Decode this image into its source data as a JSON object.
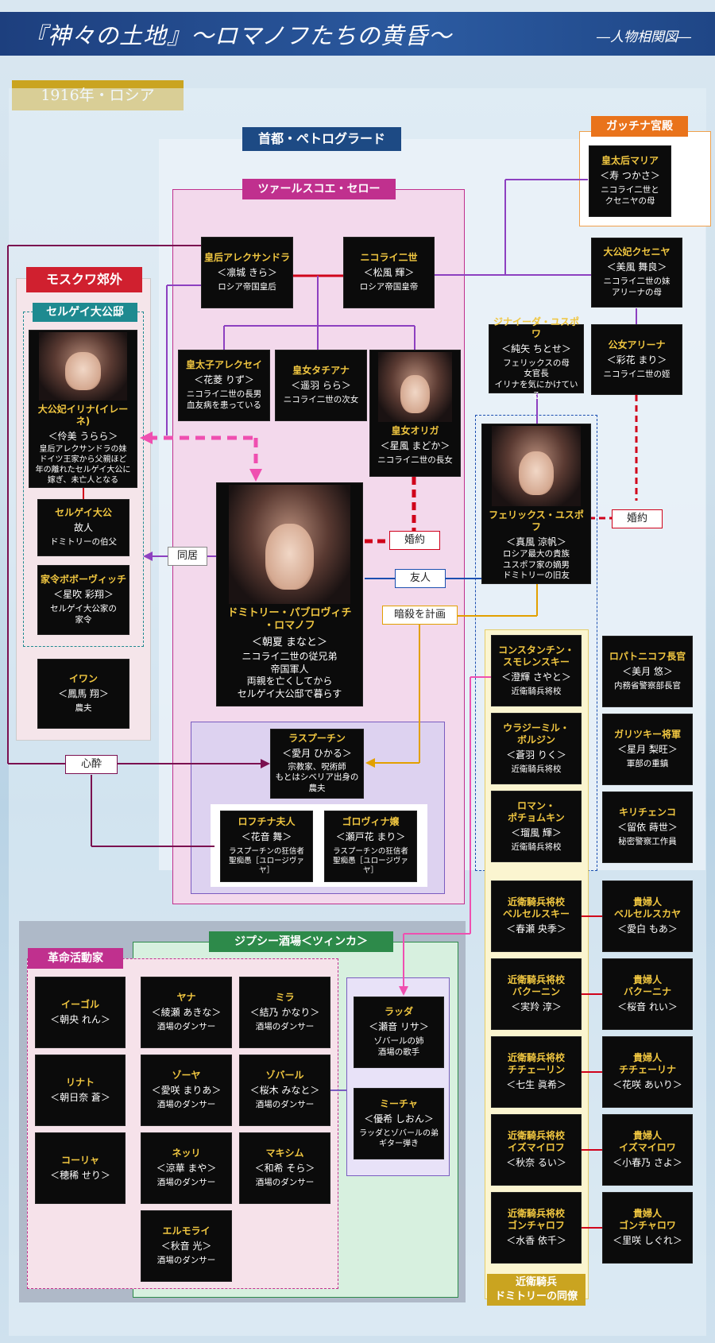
{
  "header": {
    "title": "『神々の土地』〜ロマノフたちの黄昏〜",
    "subtitle": "―人物相関図―"
  },
  "era": "1916年・ロシア",
  "regions": {
    "petrograd": "首都・ペトログラード",
    "tsarskoye": "ツァールスコエ・セロー",
    "gatchina": "ガッチナ宮殿",
    "moscow": "モスクワ郊外",
    "sergei_house": "セルゲイ大公邸",
    "gypsy_bar": "ジプシー酒場＜ツィンカ＞",
    "revolutionaries": "革命活動家",
    "guards": "近衛騎兵\nドミトリーの同僚"
  },
  "relations": {
    "engaged1": "婚約",
    "engaged2": "婚約",
    "living": "同居",
    "friend": "友人",
    "plot": "暗殺を計画",
    "devotion": "心酔"
  },
  "characters": {
    "maria": {
      "name": "皇太后マリア",
      "actor": "＜寿 つかさ＞",
      "desc": "ニコライ二世と\nクセニヤの母"
    },
    "alexandra": {
      "name": "皇后アレクサンドラ",
      "actor": "＜凛城 きら＞",
      "desc": "ロシア帝国皇后"
    },
    "nicholas": {
      "name": "ニコライ二世",
      "actor": "＜松風 輝＞",
      "desc": "ロシア帝国皇帝"
    },
    "xenia": {
      "name": "大公妃クセニヤ",
      "actor": "＜美風 舞良＞",
      "desc": "ニコライ二世の妹\nアリーナの母"
    },
    "alexei": {
      "name": "皇太子アレクセイ",
      "actor": "＜花菱 りず＞",
      "desc": "ニコライ二世の長男\n血友病を患っている"
    },
    "tatiana": {
      "name": "皇女タチアナ",
      "actor": "＜遥羽 らら＞",
      "desc": "ニコライ二世の次女"
    },
    "olga": {
      "name": "皇女オリガ",
      "actor": "＜星風 まどか＞",
      "desc": "ニコライ二世の長女"
    },
    "zinaida": {
      "name": "ジナイーダ・ユスポワ",
      "actor": "＜純矢 ちとせ＞",
      "desc": "フェリックスの母\n女官長\nイリナを気にかけている"
    },
    "alina": {
      "name": "公女アリーナ",
      "actor": "＜彩花 まり＞",
      "desc": "ニコライ二世の姪"
    },
    "irina": {
      "name": "大公妃イリナ(イレーネ)",
      "actor": "＜伶美 うらら＞",
      "desc": "皇后アレクサンドラの妹\nドイツ王家から父親ほど\n年の離れたセルゲイ大公に\n嫁ぎ、未亡人となる"
    },
    "sergei": {
      "name": "セルゲイ大公",
      "actor": "故人",
      "desc": "ドミトリーの伯父"
    },
    "butler": {
      "name": "家令ボボーヴィッチ",
      "actor": "＜星吹 彩翔＞",
      "desc": "セルゲイ大公家の\n家令"
    },
    "ivan": {
      "name": "イワン",
      "actor": "＜鳳馬 翔＞",
      "desc": "農夫"
    },
    "dmitri": {
      "name": "ドミトリー・パブロヴィチ\n・ロマノフ",
      "actor": "＜朝夏 まなと＞",
      "desc": "ニコライ二世の従兄弟\n帝国軍人\n両親を亡くしてから\nセルゲイ大公邸で暮らす"
    },
    "felix": {
      "name": "フェリックス・ユスポフ",
      "actor": "＜真風 涼帆＞",
      "desc": "ロシア最大の貴族\nユスポフ家の嫡男\nドミトリーの旧友"
    },
    "rasputin": {
      "name": "ラスプーチン",
      "actor": "＜愛月 ひかる＞",
      "desc": "宗教家、呪術師\nもとはシベリア出身の\n農夫"
    },
    "lofchina": {
      "name": "ロフチナ夫人",
      "actor": "＜花音 舞＞",
      "desc": "ラスプーチンの狂信者\n聖痴愚［ユロージヴァヤ］"
    },
    "golovina": {
      "name": "ゴロヴィナ嬢",
      "actor": "＜瀬戸花 まり＞",
      "desc": "ラスプーチンの狂信者\n聖痴愚［ユロージヴァヤ］"
    },
    "konstantin": {
      "name": "コンスタンチン・\nスモレンスキー",
      "actor": "＜澄輝 さやと＞",
      "desc": "近衛騎兵将校"
    },
    "vladimir": {
      "name": "ウラジーミル・\nボルジン",
      "actor": "＜蒼羽 りく＞",
      "desc": "近衛騎兵将校"
    },
    "roman": {
      "name": "ロマン・\nポチョムキン",
      "actor": "＜瑠風 輝＞",
      "desc": "近衛騎兵将校"
    },
    "lopatinov": {
      "name": "ロパトニコフ長官",
      "actor": "＜美月 悠＞",
      "desc": "内務省警察部長官"
    },
    "garitsky": {
      "name": "ガリツキー将軍",
      "actor": "＜星月 梨旺＞",
      "desc": "軍部の重鎮"
    },
    "kirichenko": {
      "name": "キリチェンコ",
      "actor": "＜留依 蒔世＞",
      "desc": "秘密警察工作員"
    },
    "bercelsky": {
      "name": "近衛騎兵将校\nベルセルスキー",
      "actor": "＜春瀬 央季＞",
      "desc": ""
    },
    "bakunin": {
      "name": "近衛騎兵将校\nバクーニン",
      "actor": "＜実羚 淳＞",
      "desc": ""
    },
    "chechurin": {
      "name": "近衛騎兵将校\nチチェーリン",
      "actor": "＜七生 眞希＞",
      "desc": ""
    },
    "izmailov": {
      "name": "近衛騎兵将校\nイズマイロフ",
      "actor": "＜秋奈 るい＞",
      "desc": ""
    },
    "goncharov": {
      "name": "近衛騎兵将校\nゴンチャロフ",
      "actor": "＜水香 依千＞",
      "desc": ""
    },
    "lady_bercelskaya": {
      "name": "貴婦人\nベルセルスカヤ",
      "actor": "＜愛白 もあ＞",
      "desc": ""
    },
    "lady_bakunina": {
      "name": "貴婦人\nバクーニナ",
      "actor": "＜桜音 れい＞",
      "desc": ""
    },
    "lady_chechurina": {
      "name": "貴婦人\nチチェーリナ",
      "actor": "＜花咲 あいり＞",
      "desc": ""
    },
    "lady_izmailova": {
      "name": "貴婦人\nイズマイロワ",
      "actor": "＜小春乃 さよ＞",
      "desc": ""
    },
    "lady_goncharova": {
      "name": "貴婦人\nゴンチャロワ",
      "actor": "＜里咲 しぐれ＞",
      "desc": ""
    },
    "igor": {
      "name": "イーゴル",
      "actor": "＜朝央 れん＞",
      "desc": ""
    },
    "rinat": {
      "name": "リナト",
      "actor": "＜朝日奈 蒼＞",
      "desc": ""
    },
    "kolya": {
      "name": "コーリャ",
      "actor": "＜穂稀 せり＞",
      "desc": ""
    },
    "yana": {
      "name": "ヤナ",
      "actor": "＜綾瀬 あきな＞",
      "desc": "酒場のダンサー"
    },
    "mira": {
      "name": "ミラ",
      "actor": "＜結乃 かなり＞",
      "desc": "酒場のダンサー"
    },
    "zoya": {
      "name": "ゾーヤ",
      "actor": "＜愛咲 まりあ＞",
      "desc": "酒場のダンサー"
    },
    "zovar": {
      "name": "ゾバール",
      "actor": "＜桜木 みなと＞",
      "desc": "酒場のダンサー"
    },
    "nelly": {
      "name": "ネッリ",
      "actor": "＜涼華 まや＞",
      "desc": "酒場のダンサー"
    },
    "maxim": {
      "name": "マキシム",
      "actor": "＜和希 そら＞",
      "desc": "酒場のダンサー"
    },
    "ermolai": {
      "name": "エルモライ",
      "actor": "＜秋音 光＞",
      "desc": "酒場のダンサー"
    },
    "lada": {
      "name": "ラッダ",
      "actor": "＜瀬音 リサ＞",
      "desc": "ゾバールの姉\n酒場の歌手"
    },
    "misha": {
      "name": "ミーチャ",
      "actor": "＜優希 しおん＞",
      "desc": "ラッダとゾバールの弟\nギター弾き"
    }
  }
}
